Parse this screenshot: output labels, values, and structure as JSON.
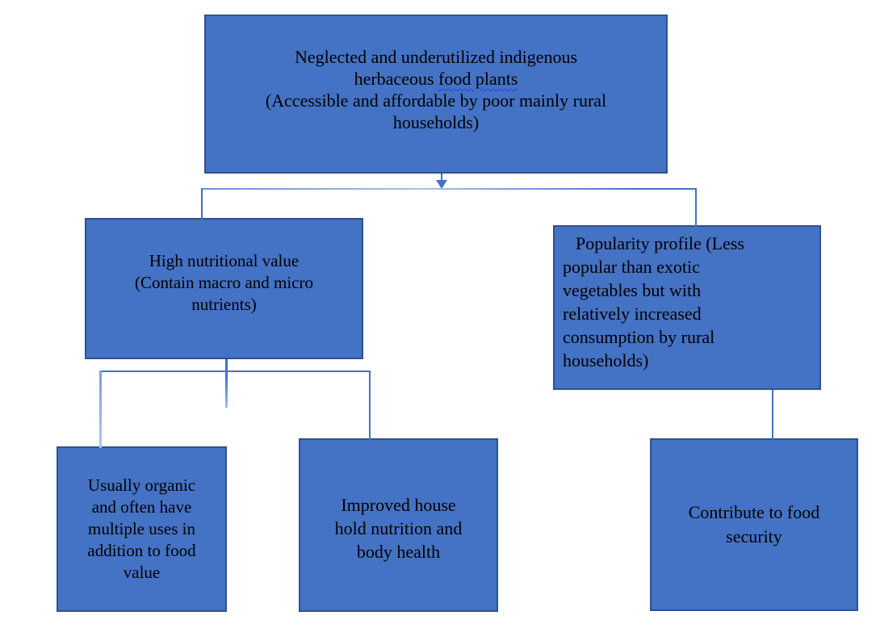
{
  "diagram": {
    "root": {
      "text_before": "Neglected and underutilized indigenous\nherbaceous ",
      "underlined_text": "food plants",
      "text_after": "\n(Accessible and affordable by poor mainly rural\nhouseholds)"
    },
    "high_nutrition": {
      "text": "High nutritional value\n(Contain macro and micro\nnutrients)"
    },
    "popularity": {
      "text": "Popularity profile (Less\npopular than exotic\nvegetables but with\nrelatively increased\nconsumption by rural\nhouseholds)"
    },
    "organic": {
      "text": "Usually organic\nand often have\nmultiple uses in\naddition to food\nvalue"
    },
    "household_nutrition": {
      "text": "Improved house\nhold nutrition and\nbody health"
    },
    "food_security": {
      "text": "Contribute to food\nsecurity"
    },
    "colors": {
      "node_fill": "#4472C4",
      "node_border": "#2F528F",
      "connector_line": "#4472C4",
      "connector_light": "#A9BFE7",
      "spellcheck_underline": "#2B3BE8",
      "text": "#000000",
      "background": "#FFFFFF"
    }
  }
}
